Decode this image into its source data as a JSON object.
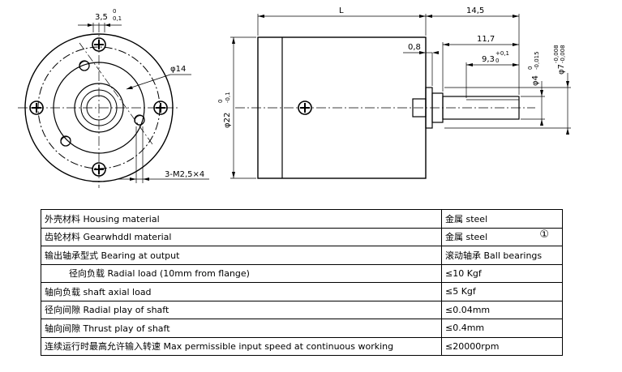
{
  "drawing": {
    "dims": {
      "hole_offset": "3,5",
      "hole_offset_tol": "0,1",
      "hole_offset_tol_up": "0",
      "pilot_dia": "φ14",
      "mount_holes": "3-M2,5×4",
      "body_length": "L",
      "shaft_total": "14,5",
      "shaft_len": "11,7",
      "flat_len": "9,3",
      "flat_tol_up": "+0,1",
      "flat_tol_low": "0",
      "step": "0,8",
      "body_dia": "φ22",
      "body_dia_tol_up": "0",
      "body_dia_tol_low": "-0,1",
      "shaft_dia": "φ4",
      "shaft_dia_tol_up": "0",
      "shaft_dia_tol_low": "-0,015",
      "boss_dia": "φ7",
      "boss_dia_tol_up": "-0,008",
      "boss_dia_tol_low": "-0,008"
    }
  },
  "specs": [
    {
      "param": "外壳材料  Housing material",
      "value": "金属  steel",
      "mark": ""
    },
    {
      "param": "齿轮材料  Gearwhddl material",
      "value": "金属  steel",
      "mark": "①"
    },
    {
      "param": "输出轴承型式  Bearing at output",
      "value": "滚动轴承  Ball bearings",
      "mark": ""
    },
    {
      "param": "径向负载  Radial load (10mm from flange)",
      "value": "≤10    Kgf",
      "mark": ""
    },
    {
      "param": "轴向负载  shaft axial load",
      "value": "≤5     Kgf",
      "mark": ""
    },
    {
      "param": "径向间隙  Radial play of shaft",
      "value": "≤0.04mm",
      "mark": ""
    },
    {
      "param": "轴向间隙  Thrust play of shaft",
      "value": "≤0.4mm",
      "mark": ""
    },
    {
      "param": "连续运行时最高允许输入转速  Max permissible input speed at continuous working",
      "value": "≤20000rpm",
      "mark": ""
    }
  ]
}
